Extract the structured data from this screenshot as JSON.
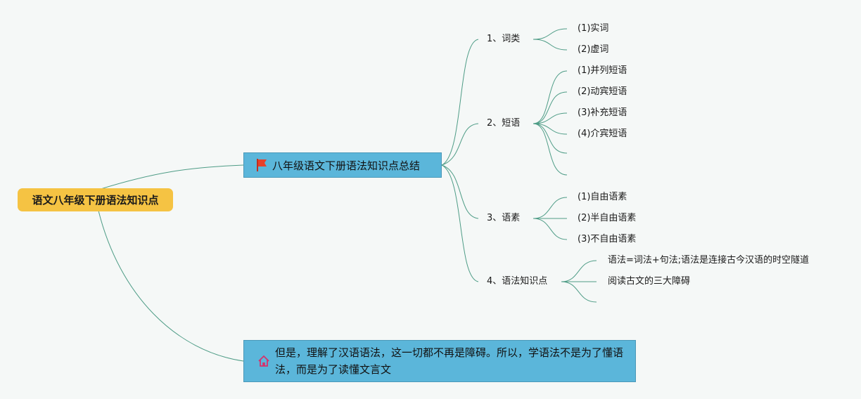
{
  "root": {
    "label": "语文八年级下册语法知识点"
  },
  "summary": {
    "label": "八年级语文下册语法知识点总结",
    "icon": "flag-icon",
    "icon_color": "#e8402a"
  },
  "note": {
    "text": "但是，理解了汉语语法，这一切都不再是障碍。所以，学语法不是为了懂语法，而是为了读懂文言文",
    "icon": "home-icon",
    "icon_color": "#d6336c"
  },
  "branches": [
    {
      "label": "1、词类",
      "children": [
        "(1)实词",
        "(2)虚词"
      ]
    },
    {
      "label": "2、短语",
      "children": [
        "(1)并列短语",
        "(2)动宾短语",
        "(3)补充短语",
        "(4)介宾短语",
        "",
        ""
      ]
    },
    {
      "label": "3、语素",
      "children": [
        "(1)自由语素",
        "(2)半自由语素",
        "(3)不自由语素"
      ]
    },
    {
      "label": "4、语法知识点",
      "children": [
        "语法=词法+句法;语法是连接古今汉语的时空隧道",
        "阅读古文的三大障碍",
        ""
      ]
    }
  ],
  "colors": {
    "root_fill": "#f5c343",
    "box_fill": "#5bb6da",
    "link": "#4e9c86",
    "background": "#f5f8f7"
  }
}
